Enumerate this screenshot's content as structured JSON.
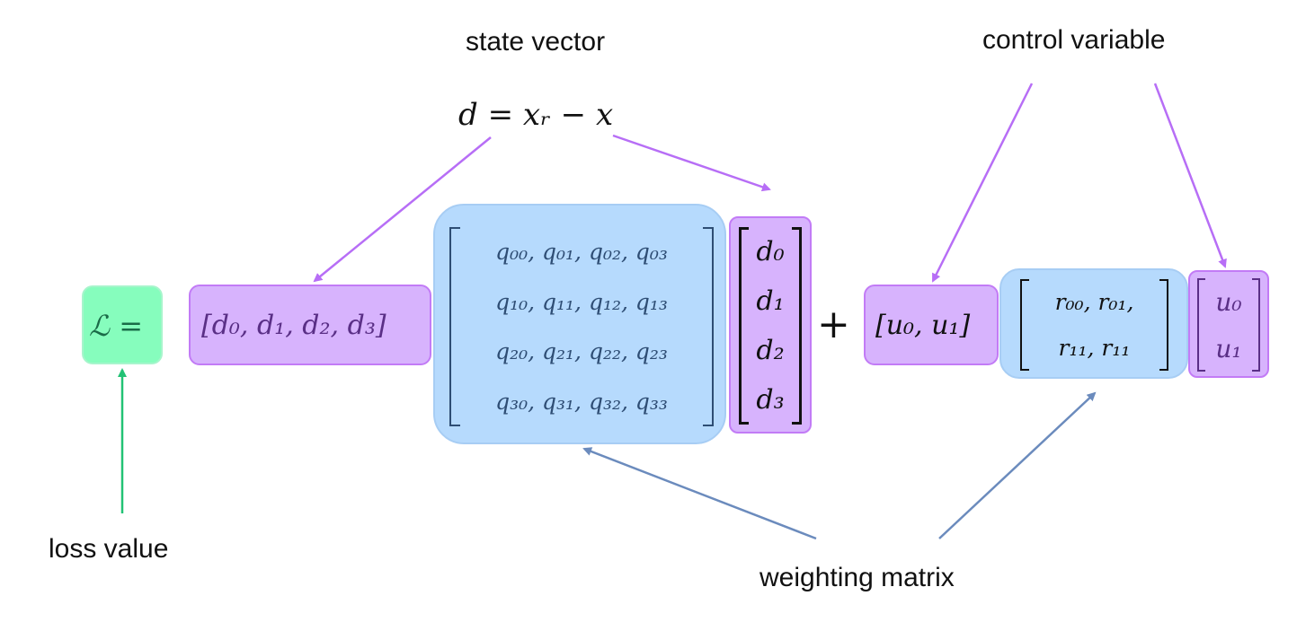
{
  "labels": {
    "state_vector": "state vector",
    "control_variable": "control variable",
    "loss_value": "loss value",
    "weighting_matrix": "weighting matrix"
  },
  "equation": {
    "state_def": "d = xᵣ − x",
    "loss_lhs": "ℒ =",
    "d_row": "[d₀, d₁, d₂, d₃]",
    "q_rows": [
      "q₀₀, q₀₁, q₀₂, q₀₃",
      "q₁₀, q₁₁, q₁₂, q₁₃",
      "q₂₀, q₂₁, q₂₂, q₂₃",
      "q₃₀, q₃₁, q₃₂, q₃₃"
    ],
    "d_col": [
      "d₀",
      "d₁",
      "d₂",
      "d₃"
    ],
    "plus": "+",
    "u_row": "[u₀, u₁]",
    "r_rows": [
      "r₀₀, r₀₁,",
      "r₁₁, r₁₁"
    ],
    "u_col": [
      "u₀",
      "u₁"
    ]
  },
  "colors": {
    "state_highlight": "#d7b3fd",
    "weight_highlight": "#b6dafd",
    "loss_highlight": "#86fdbd",
    "state_arrow": "#b76ef6",
    "weight_arrow": "#6b8bbd",
    "loss_arrow": "#22c275",
    "matrix_text_blue": "#2e4d74",
    "matrix_text_purple": "#5a2f86"
  }
}
